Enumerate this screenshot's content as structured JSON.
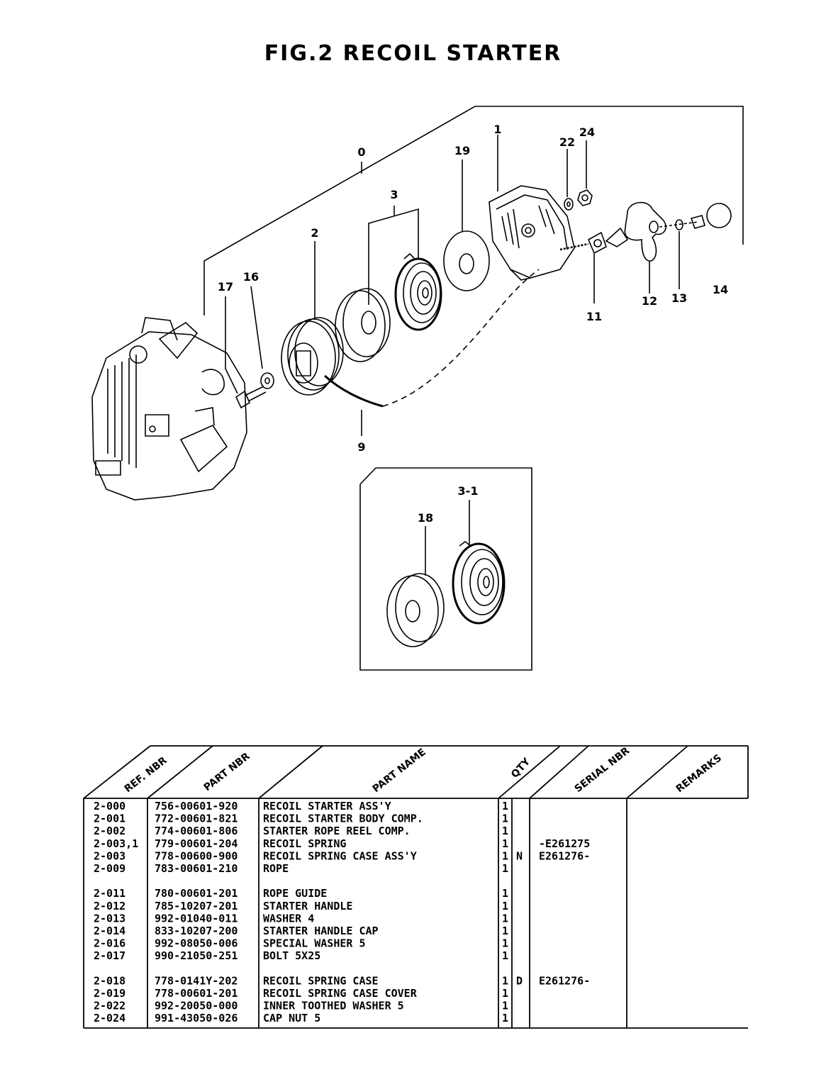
{
  "title": "FIG.2   RECOIL STARTER",
  "callouts": [
    "0",
    "1",
    "2",
    "3",
    "9",
    "11",
    "12",
    "13",
    "14",
    "16",
    "17",
    "19",
    "22",
    "24",
    "3-1",
    "18"
  ],
  "table": {
    "headers": {
      "ref": "REF. NBR",
      "part_nbr": "PART NBR",
      "part_name": "PART NAME",
      "qty": "QTY",
      "serial": "SERIAL NBR",
      "remarks": "REMARKS"
    },
    "groups": [
      [
        {
          "ref": "2-000",
          "part": "756-00601-920",
          "name": "RECOIL STARTER ASS'Y",
          "qty": "1",
          "code": "",
          "serial": ""
        },
        {
          "ref": "2-001",
          "part": "772-00601-821",
          "name": "RECOIL STARTER BODY COMP.",
          "qty": "1",
          "code": "",
          "serial": ""
        },
        {
          "ref": "2-002",
          "part": "774-00601-806",
          "name": "STARTER ROPE REEL COMP.",
          "qty": "1",
          "code": "",
          "serial": ""
        },
        {
          "ref": "2-003,1",
          "part": "779-00601-204",
          "name": "RECOIL SPRING",
          "qty": "1",
          "code": "",
          "serial": "-E261275"
        },
        {
          "ref": "2-003",
          "part": "778-00600-900",
          "name": "RECOIL SPRING CASE ASS'Y",
          "qty": "1",
          "code": "N",
          "serial": "E261276-"
        },
        {
          "ref": "2-009",
          "part": "783-00601-210",
          "name": "ROPE",
          "qty": "1",
          "code": "",
          "serial": ""
        }
      ],
      [
        {
          "ref": "2-011",
          "part": "780-00601-201",
          "name": "ROPE GUIDE",
          "qty": "1",
          "code": "",
          "serial": ""
        },
        {
          "ref": "2-012",
          "part": "785-10207-201",
          "name": "STARTER HANDLE",
          "qty": "1",
          "code": "",
          "serial": ""
        },
        {
          "ref": "2-013",
          "part": "992-01040-011",
          "name": "WASHER 4",
          "qty": "1",
          "code": "",
          "serial": ""
        },
        {
          "ref": "2-014",
          "part": "833-10207-200",
          "name": "STARTER HANDLE CAP",
          "qty": "1",
          "code": "",
          "serial": ""
        },
        {
          "ref": "2-016",
          "part": "992-08050-006",
          "name": "SPECIAL WASHER 5",
          "qty": "1",
          "code": "",
          "serial": ""
        },
        {
          "ref": "2-017",
          "part": "990-21050-251",
          "name": "BOLT 5X25",
          "qty": "1",
          "code": "",
          "serial": ""
        }
      ],
      [
        {
          "ref": "2-018",
          "part": "778-0141Y-202",
          "name": "RECOIL SPRING CASE",
          "qty": "1",
          "code": "D",
          "serial": "E261276-"
        },
        {
          "ref": "2-019",
          "part": "778-00601-201",
          "name": "RECOIL SPRING CASE COVER",
          "qty": "1",
          "code": "",
          "serial": ""
        },
        {
          "ref": "2-022",
          "part": "992-20050-000",
          "name": "INNER TOOTHED WASHER 5",
          "qty": "1",
          "code": "",
          "serial": ""
        },
        {
          "ref": "2-024",
          "part": "991-43050-026",
          "name": "CAP NUT 5",
          "qty": "1",
          "code": "",
          "serial": ""
        }
      ]
    ]
  }
}
